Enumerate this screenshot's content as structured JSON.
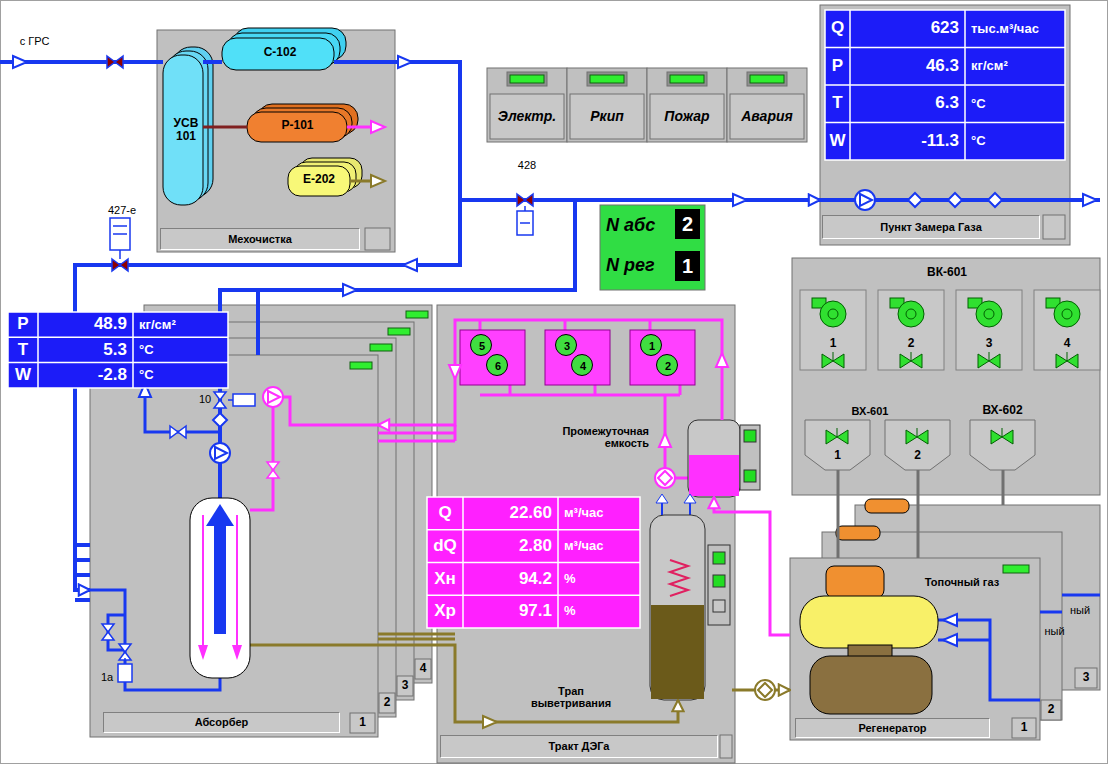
{
  "diagram": {
    "nodes": [
      {
        "text": [
          "Мехочистка"
        ]
      },
      {
        "text": [
          "УСВ 101"
        ],
        "in": 0
      },
      {
        "text": [
          "С-102"
        ],
        "in": 0
      },
      {
        "text": [
          "Р-101"
        ],
        "in": 0
      },
      {
        "text": [
          "Е-202"
        ],
        "in": 0
      },
      {
        "text": [
          "Электр."
        ]
      },
      {
        "text": [
          "Ркип"
        ]
      },
      {
        "text": [
          "Пожар"
        ]
      },
      {
        "text": [
          "Авария"
        ]
      },
      {
        "text": [
          "Пункт Замера Газа"
        ]
      },
      {
        "text": [
          "N абс",
          "2",
          "N рег",
          "1"
        ]
      },
      {
        "text": [
          "Абсорбер"
        ]
      },
      {
        "text": [
          "Тракт ДЭГа"
        ]
      },
      {
        "text": [
          "5"
        ],
        "in": 12
      },
      {
        "text": [
          "6"
        ],
        "in": 12
      },
      {
        "text": [
          "3"
        ],
        "in": 12
      },
      {
        "text": [
          "4"
        ],
        "in": 12
      },
      {
        "text": [
          "1"
        ],
        "in": 12
      },
      {
        "text": [
          "2"
        ],
        "in": 12
      },
      {
        "text": [
          "Промежуточная емкость"
        ],
        "in": 12
      },
      {
        "text": [
          "Трап выветривания"
        ],
        "in": 12
      },
      {
        "text": [
          "ВК-601"
        ]
      },
      {
        "text": [
          "1"
        ],
        "in": 21
      },
      {
        "text": [
          "2"
        ],
        "in": 21
      },
      {
        "text": [
          "3"
        ],
        "in": 21
      },
      {
        "text": [
          "4"
        ],
        "in": 21
      },
      {
        "text": [
          "1"
        ],
        "in": 21
      },
      {
        "text": [
          "2"
        ],
        "in": 21
      },
      {
        "text": [
          "ВХ-602"
        ],
        "in": 21
      },
      {
        "text": [
          "Регенератор"
        ]
      }
    ],
    "edges": [
      {
        "from": 0,
        "to": 11,
        "arrow": "to"
      },
      {
        "from": 11,
        "to": 9,
        "arrow": "to"
      },
      {
        "from": 11,
        "to": 20,
        "arrow": "to"
      },
      {
        "from": 20,
        "to": 29,
        "arrow": "to"
      },
      {
        "from": 29,
        "to": 19,
        "arrow": "to"
      },
      {
        "from": 19,
        "to": 11,
        "arrow": "to"
      },
      {
        "from": 26,
        "to": 29,
        "arrow": "none"
      },
      {
        "from": 27,
        "to": 29,
        "arrow": "none"
      }
    ],
    "labels": [
      "с ГРС",
      "Q",
      "623",
      "тыс.м³/час",
      "P",
      "46.3",
      "кг/см²",
      "T",
      "6.3",
      "°C",
      "W",
      "-11.3",
      "°C",
      "428",
      "427-е",
      "P",
      "48.9",
      "кг/см²",
      "T",
      "5.3",
      "°C",
      "W",
      "-2.8",
      "°C",
      "10",
      "1а",
      "1",
      "2",
      "3",
      "4",
      "Q",
      "22.60",
      "м³/час",
      "dQ",
      "2.80",
      "м³/час",
      "Хн",
      "94.2",
      "%",
      "Хр",
      "97.1",
      "%",
      "ВХ-601",
      "Топочный газ",
      "ный",
      "ный",
      "1",
      "2",
      "3"
    ]
  }
}
